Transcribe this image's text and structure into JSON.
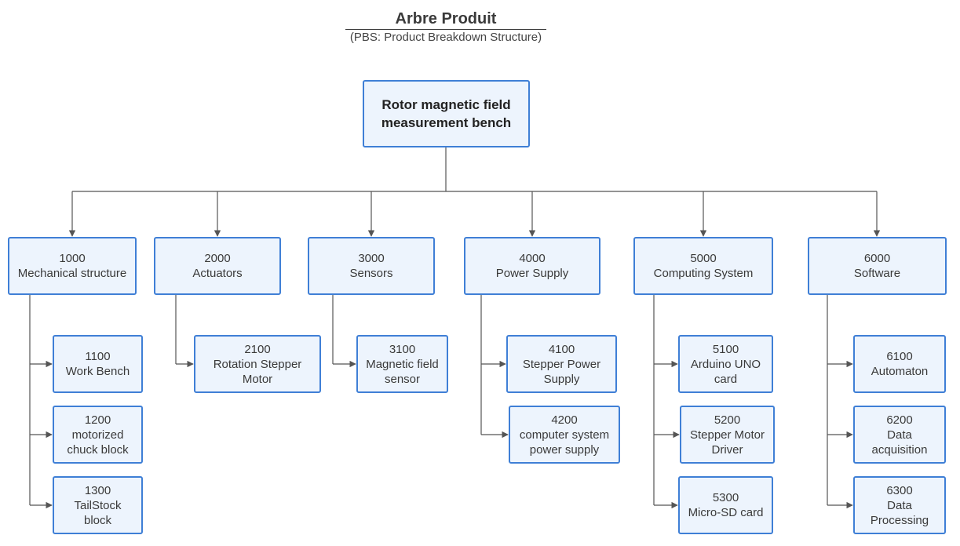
{
  "header": {
    "title": "Arbre Produit",
    "subtitle": "(PBS: Product Breakdown Structure)"
  },
  "root": {
    "label_line1": "Rotor magnetic field",
    "label_line2": "measurement bench"
  },
  "branches": [
    {
      "code": "1000",
      "label": "Mechanical structure",
      "children": [
        {
          "code": "1100",
          "label": "Work Bench"
        },
        {
          "code": "1200",
          "label": "motorized chuck block"
        },
        {
          "code": "1300",
          "label": "TailStock block"
        }
      ]
    },
    {
      "code": "2000",
      "label": "Actuators",
      "children": [
        {
          "code": "2100",
          "label": "Rotation Stepper Motor"
        }
      ]
    },
    {
      "code": "3000",
      "label": "Sensors",
      "children": [
        {
          "code": "3100",
          "label": "Magnetic field sensor"
        }
      ]
    },
    {
      "code": "4000",
      "label": "Power Supply",
      "children": [
        {
          "code": "4100",
          "label": "Stepper Power Supply"
        },
        {
          "code": "4200",
          "label": "computer system power supply"
        }
      ]
    },
    {
      "code": "5000",
      "label": "Computing System",
      "children": [
        {
          "code": "5100",
          "label": "Arduino UNO card"
        },
        {
          "code": "5200",
          "label": "Stepper Motor Driver"
        },
        {
          "code": "5300",
          "label": "Micro-SD card"
        }
      ]
    },
    {
      "code": "6000",
      "label": "Software",
      "children": [
        {
          "code": "6100",
          "label": "Automaton"
        },
        {
          "code": "6200",
          "label": "Data acquisition"
        },
        {
          "code": "6300",
          "label": "Data Processing"
        }
      ]
    }
  ],
  "colors": {
    "box_fill": "#edf4fd",
    "box_border": "#3f7fd6",
    "connector": "#555555"
  }
}
